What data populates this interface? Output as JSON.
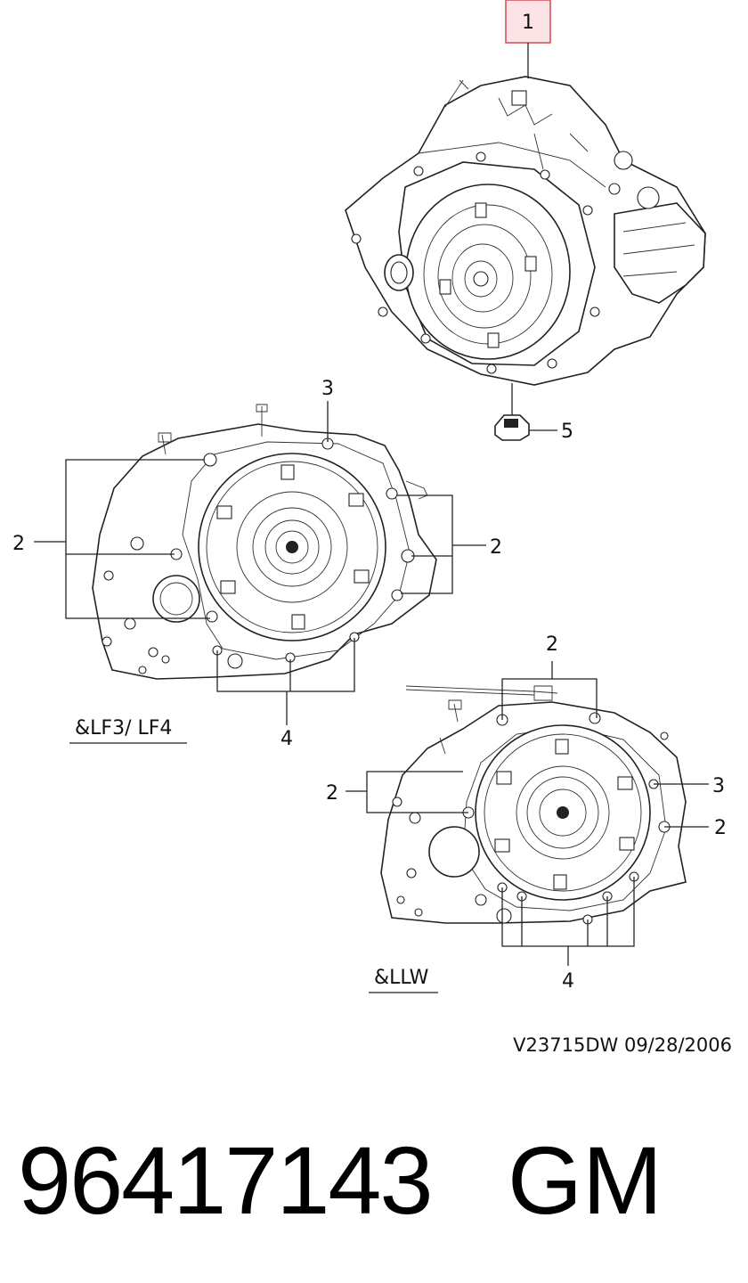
{
  "callouts": {
    "top_main": "1",
    "top_pan": "5",
    "lf_top": "3",
    "lf_left": "2",
    "lf_right": "2",
    "lf_bottom": "4",
    "llw_top": "2",
    "llw_left": "2",
    "llw_right_upper": "3",
    "llw_right_lower": "2",
    "llw_bottom": "4"
  },
  "captions": {
    "lf_variant": "&LF3/ LF4",
    "llw_variant": "&LLW"
  },
  "reference": "V23715DW  09/28/2006",
  "part_number": "96417143",
  "brand": "GM",
  "colors": {
    "callout_box_border": "#d9535f",
    "callout_box_fill": "#fbe3e6"
  }
}
